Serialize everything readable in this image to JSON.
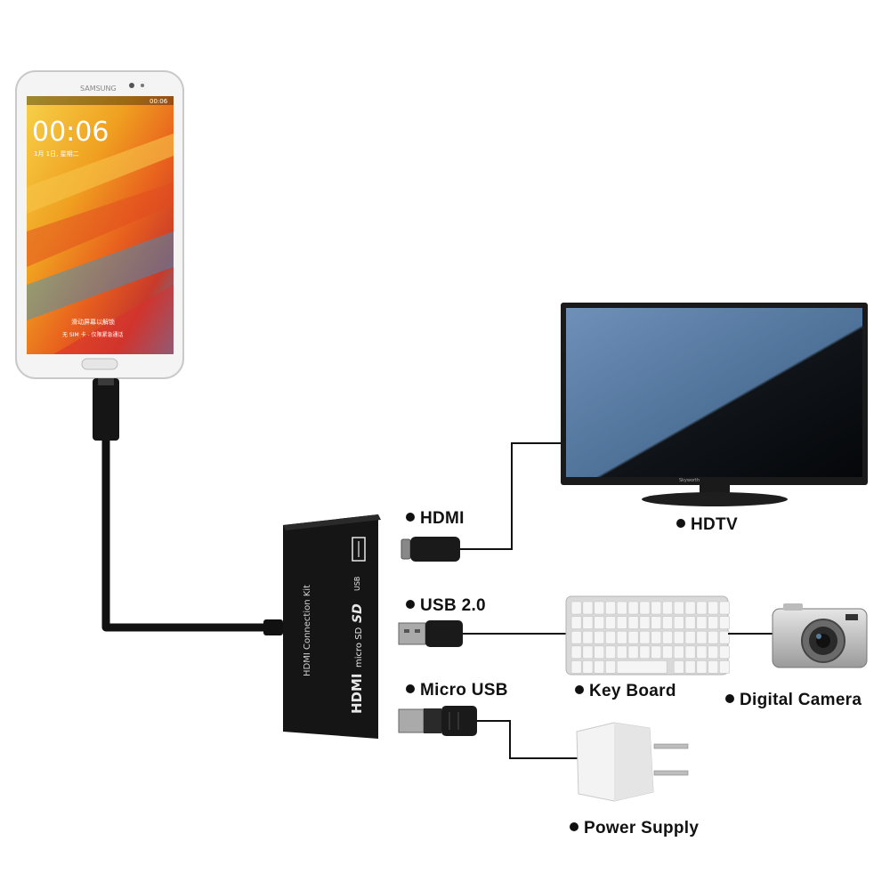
{
  "phone": {
    "brand": "SAMSUNG",
    "clock": "00:06",
    "status_time": "00:06",
    "date_line": "1月 1日, 星期二",
    "unlock_text": "滑动屏幕以解锁",
    "sim_text": "无 SIM 卡 - 仅限紧急通话"
  },
  "hub": {
    "title": "HDMI Connection Kit",
    "hdmi_mark": "HDMI",
    "sd_mark": "SD",
    "micro_sd_mark": "micro SD",
    "usb_mark": "USB"
  },
  "tv": {
    "brand": "Skyworth"
  },
  "labels": {
    "hdmi": "HDMI",
    "usb": "USB 2.0",
    "micro_usb": "Micro USB",
    "hdtv": "HDTV",
    "keyboard": "Key Board",
    "camera": "Digital Camera",
    "power": "Power Supply"
  },
  "colors": {
    "hub": "#151515",
    "cable": "#111111",
    "tv_screen": "#5b7fa6",
    "wallpaper_orange": "#f0a020"
  }
}
